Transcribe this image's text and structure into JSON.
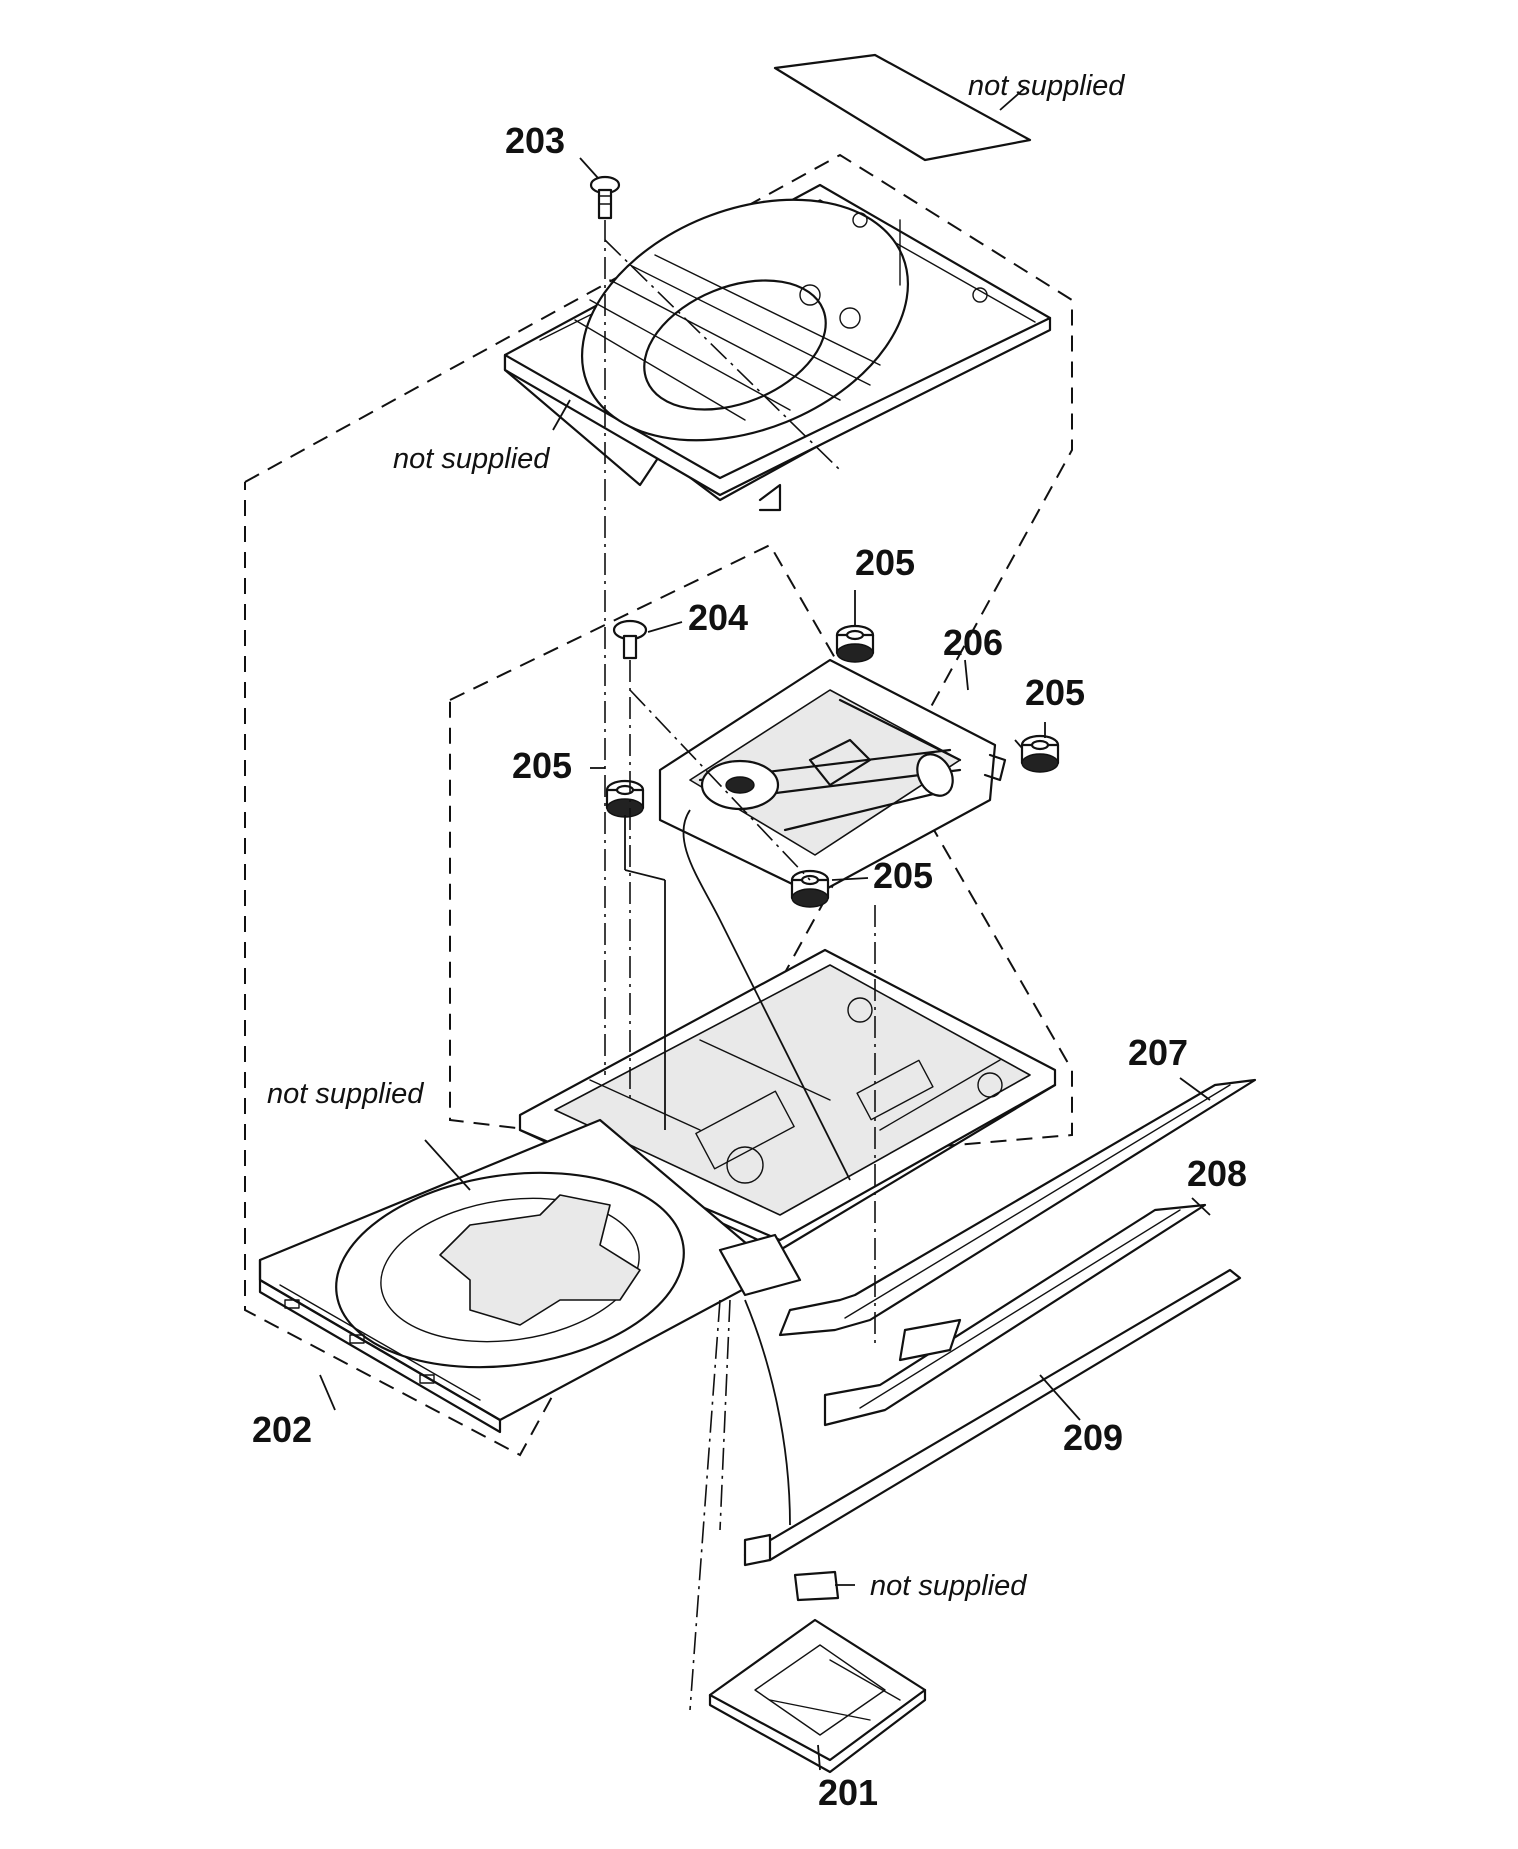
{
  "labels": {
    "p201": "201",
    "p202": "202",
    "p203": "203",
    "p204": "204",
    "p205": "205",
    "p206": "206",
    "p207": "207",
    "p208": "208",
    "p209": "209"
  },
  "notes": {
    "not_supplied": "not supplied"
  }
}
